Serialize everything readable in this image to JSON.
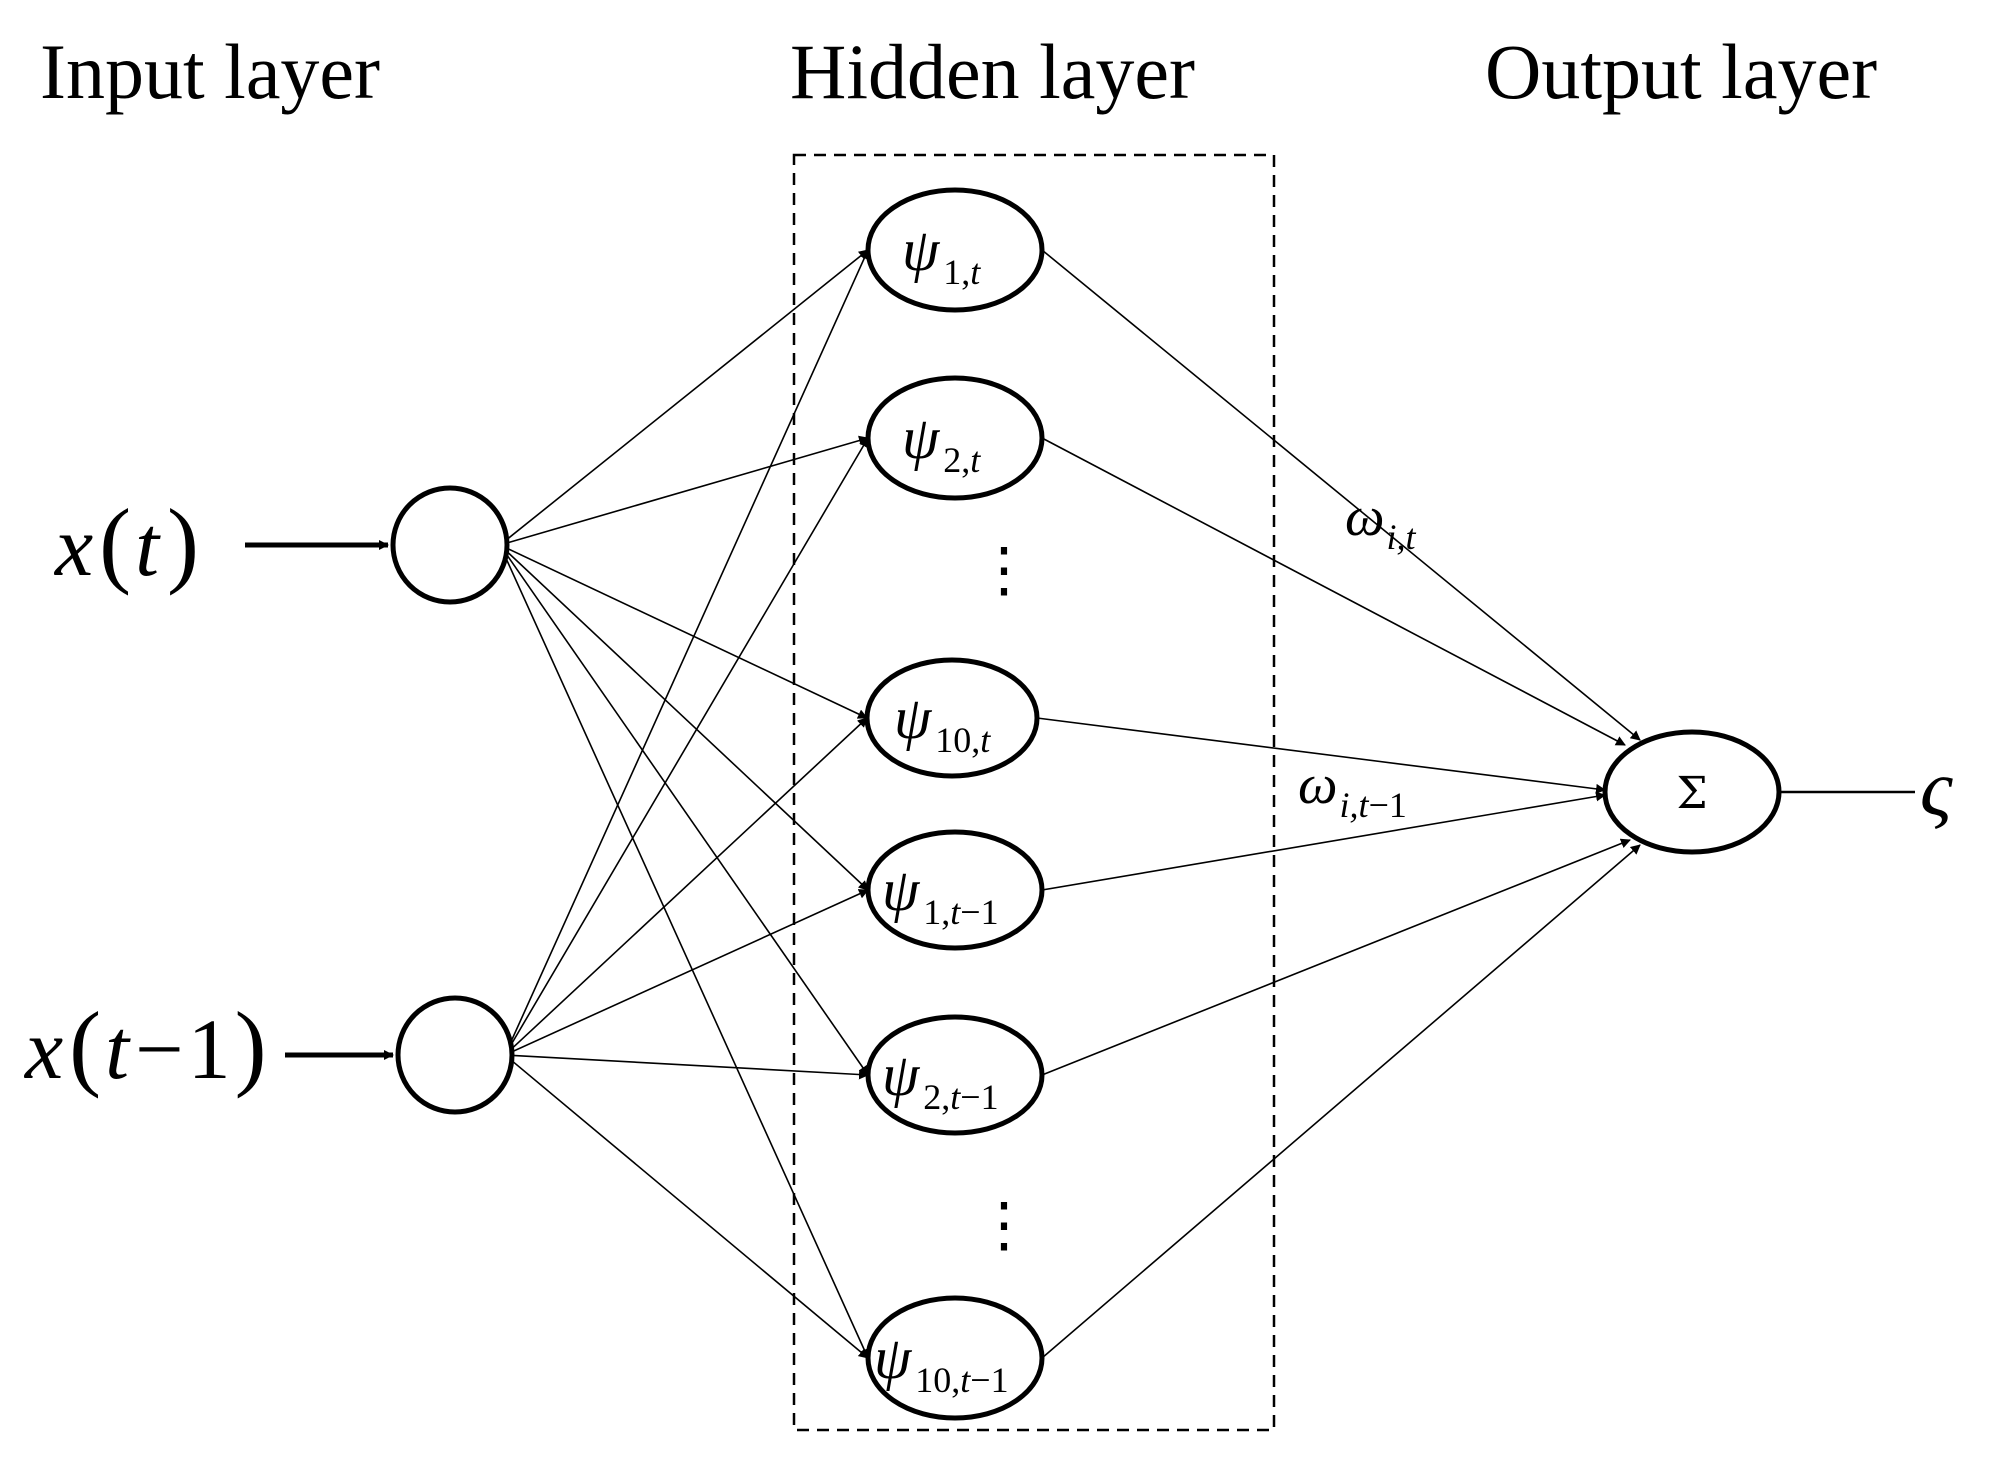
{
  "titles": {
    "input": "Input layer",
    "hidden": "Hidden layer",
    "output": "Output layer"
  },
  "inputs": [
    {
      "var": "x",
      "open": "(",
      "arg": "t",
      "minus": "",
      "one": "",
      "close": ")"
    },
    {
      "var": "x",
      "open": "(",
      "arg": "t",
      "minus": "−",
      "one": "1",
      "close": ")"
    }
  ],
  "hidden": [
    {
      "sym": "ψ",
      "sub_num": "1",
      "sub_t": "t",
      "sub_rest": ""
    },
    {
      "sym": "ψ",
      "sub_num": "2",
      "sub_t": "t",
      "sub_rest": ""
    },
    {
      "sym": "ψ",
      "sub_num": "10",
      "sub_t": "t",
      "sub_rest": ""
    },
    {
      "sym": "ψ",
      "sub_num": "1",
      "sub_t": "t",
      "sub_rest": "−1"
    },
    {
      "sym": "ψ",
      "sub_num": "2",
      "sub_t": "t",
      "sub_rest": "−1"
    },
    {
      "sym": "ψ",
      "sub_num": "10",
      "sub_t": "t",
      "sub_rest": "−1"
    }
  ],
  "weights": [
    {
      "sym": "ω",
      "sub": "i,t",
      "sub_rest": ""
    },
    {
      "sym": "ω",
      "sub": "i,t",
      "sub_rest": "−1"
    }
  ],
  "output_node": "Σ",
  "output_symbol": "ς",
  "ellipsis": "⋮"
}
